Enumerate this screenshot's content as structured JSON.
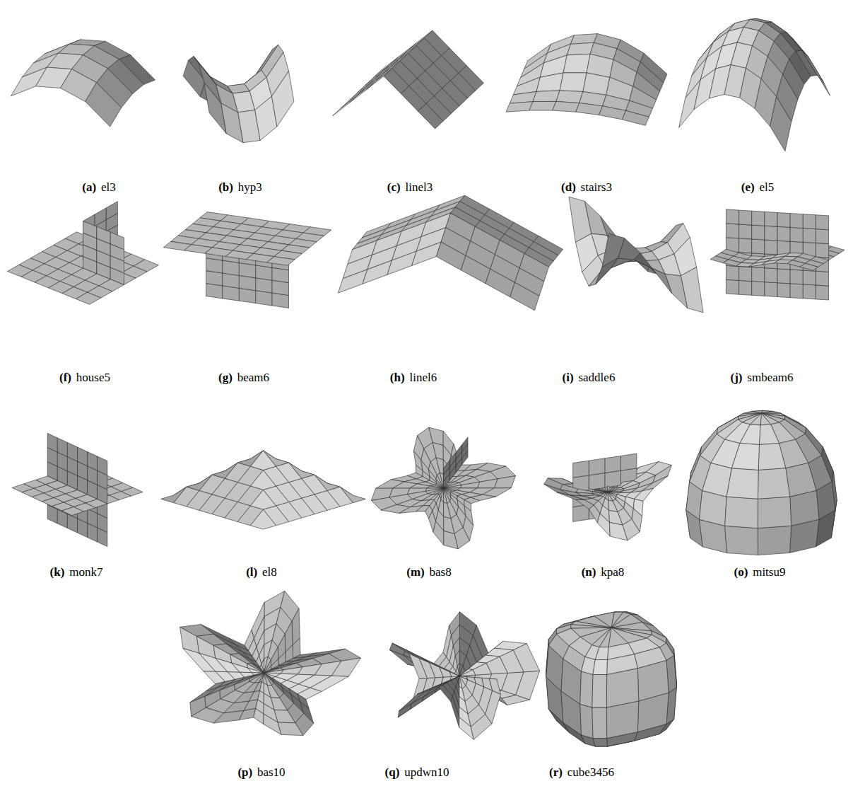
{
  "diagram": {
    "labels": [
      "(a)",
      "el3",
      "(b)",
      "hyp3",
      "(c)",
      "linel3",
      "(d)",
      "stairs3",
      "(e)",
      "el5",
      "(f)",
      "house5",
      "(g)",
      "beam6",
      "(h)",
      "linel6",
      "(i)",
      "saddle6",
      "(j)",
      "smbeam6",
      "(k)",
      "monk7",
      "(l)",
      "el8",
      "(m)",
      "bas8",
      "(n)",
      "kpa8",
      "(o)",
      "mitsu9",
      "(p)",
      "bas10",
      "(q)",
      "updwn10",
      "(r)",
      "cube3456"
    ]
  }
}
